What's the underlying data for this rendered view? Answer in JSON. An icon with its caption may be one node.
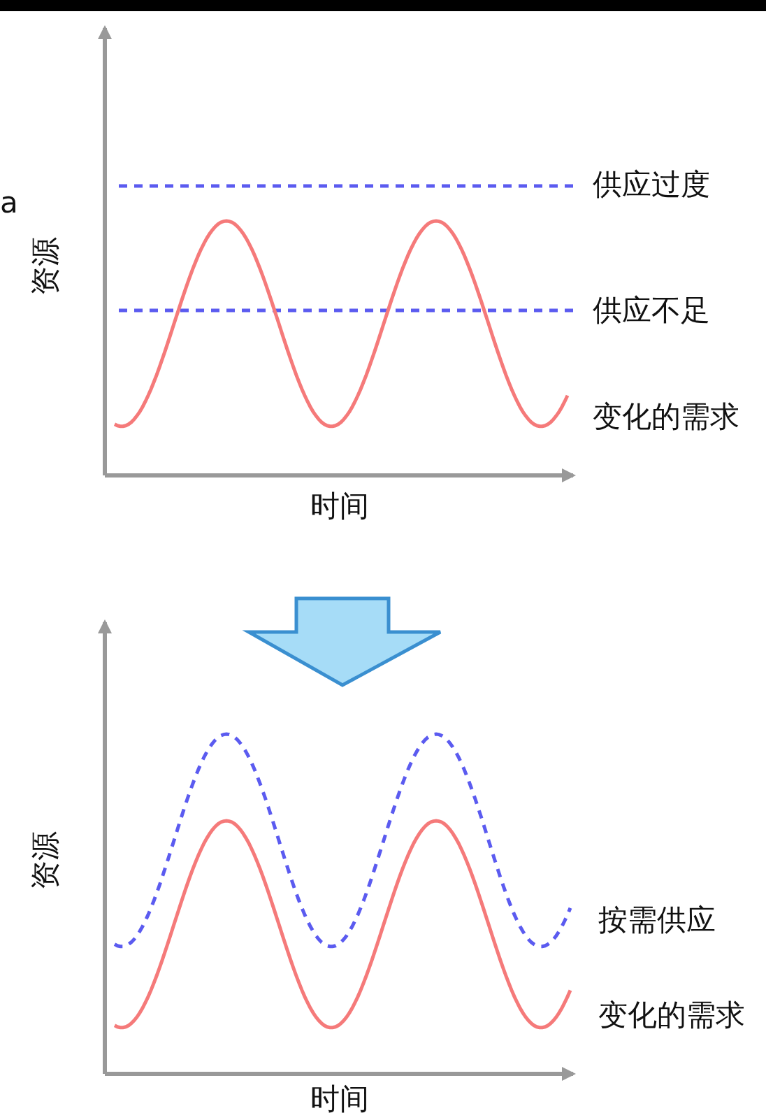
{
  "diagram": {
    "labels": [
      "a",
      "资源",
      "供应过度",
      "供应不足",
      "变化的需求",
      "时间",
      "资源",
      "按需供应",
      "变化的需求",
      "时间"
    ]
  }
}
